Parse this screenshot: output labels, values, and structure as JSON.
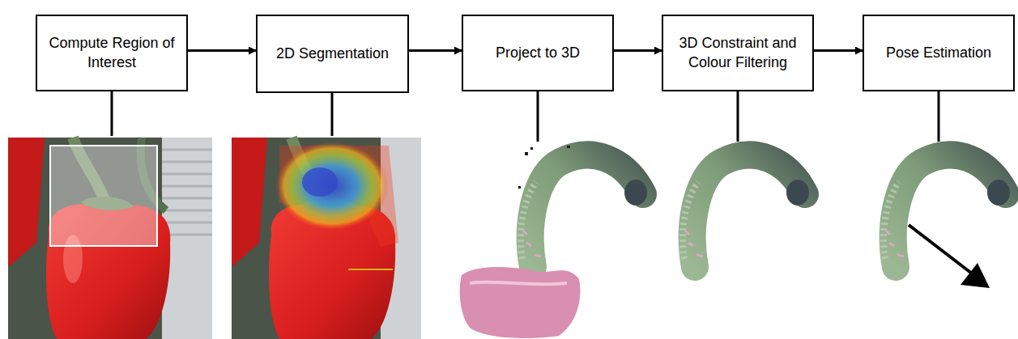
{
  "diagram": {
    "nodes": [
      {
        "text": [
          "Compute Region of Interest"
        ]
      },
      {
        "text": [
          "2D Segmentation"
        ]
      },
      {
        "text": [
          "Project to 3D"
        ]
      },
      {
        "text": [
          "3D Constraint and Colour Filtering"
        ]
      },
      {
        "text": [
          "Pose Estimation"
        ]
      }
    ],
    "edges": [
      {
        "from": 0,
        "to": 1,
        "arrow": "to"
      },
      {
        "from": 1,
        "to": 2,
        "arrow": "to"
      },
      {
        "from": 2,
        "to": 3,
        "arrow": "to"
      },
      {
        "from": 3,
        "to": 4,
        "arrow": "to"
      }
    ]
  }
}
